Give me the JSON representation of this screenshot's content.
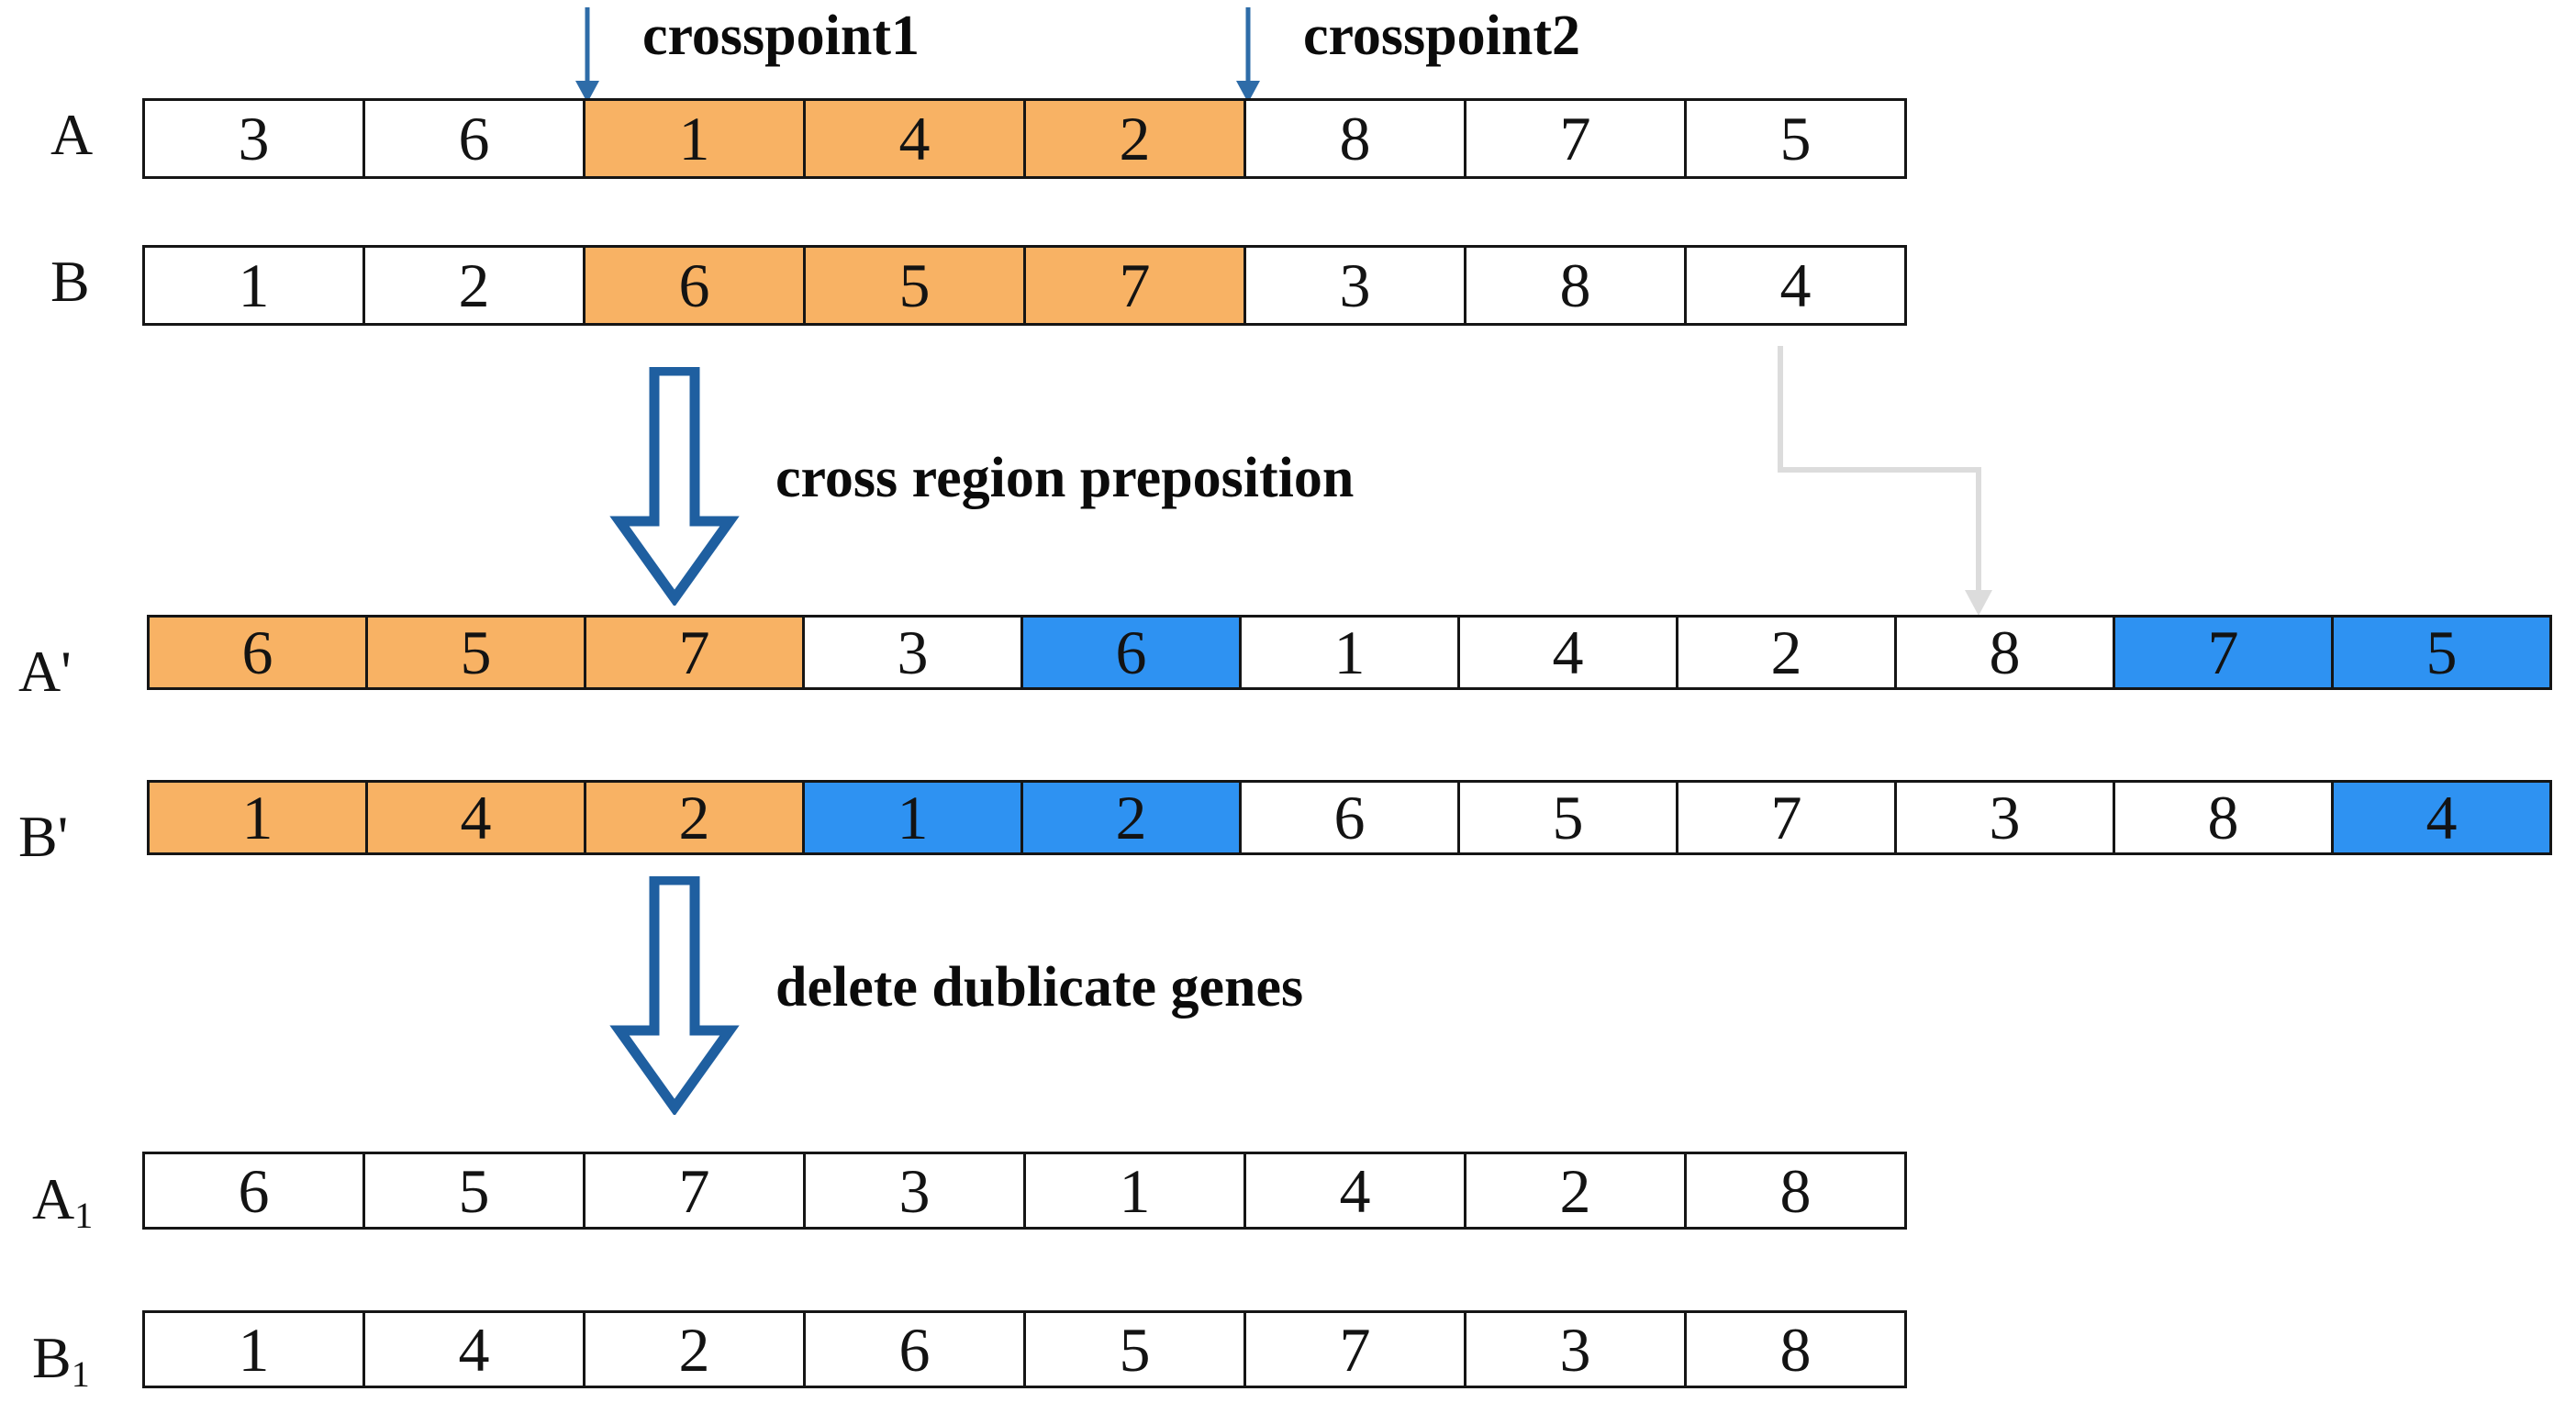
{
  "diagram": {
    "title": "two-point crossover with cross region preposition",
    "colors": {
      "orange": "#F8B264",
      "blue": "#2E92F2",
      "arrow_blue": "#1F5FA0",
      "crosspoint_arrow": "#2E6CA8",
      "connector_gray": "#DCDCDC",
      "cell_border": "#151515"
    },
    "annotations": {
      "crosspoint1": "crosspoint1",
      "crosspoint2": "crosspoint2",
      "step1": "cross region preposition",
      "step2": "delete dublicate genes"
    },
    "rows": [
      {
        "id": "A",
        "label": "A",
        "sublabel": "",
        "cells": [
          {
            "value": "3",
            "fill": "white"
          },
          {
            "value": "6",
            "fill": "white"
          },
          {
            "value": "1",
            "fill": "orange"
          },
          {
            "value": "4",
            "fill": "orange"
          },
          {
            "value": "2",
            "fill": "orange"
          },
          {
            "value": "8",
            "fill": "white"
          },
          {
            "value": "7",
            "fill": "white"
          },
          {
            "value": "5",
            "fill": "white"
          }
        ]
      },
      {
        "id": "B",
        "label": "B",
        "sublabel": "",
        "cells": [
          {
            "value": "1",
            "fill": "white"
          },
          {
            "value": "2",
            "fill": "white"
          },
          {
            "value": "6",
            "fill": "orange"
          },
          {
            "value": "5",
            "fill": "orange"
          },
          {
            "value": "7",
            "fill": "orange"
          },
          {
            "value": "3",
            "fill": "white"
          },
          {
            "value": "8",
            "fill": "white"
          },
          {
            "value": "4",
            "fill": "white"
          }
        ]
      },
      {
        "id": "Aprime",
        "label": "A'",
        "sublabel": "",
        "cells": [
          {
            "value": "6",
            "fill": "orange"
          },
          {
            "value": "5",
            "fill": "orange"
          },
          {
            "value": "7",
            "fill": "orange"
          },
          {
            "value": "3",
            "fill": "white"
          },
          {
            "value": "6",
            "fill": "blue"
          },
          {
            "value": "1",
            "fill": "white"
          },
          {
            "value": "4",
            "fill": "white"
          },
          {
            "value": "2",
            "fill": "white"
          },
          {
            "value": "8",
            "fill": "white"
          },
          {
            "value": "7",
            "fill": "blue"
          },
          {
            "value": "5",
            "fill": "blue"
          }
        ]
      },
      {
        "id": "Bprime",
        "label": "B'",
        "sublabel": "",
        "cells": [
          {
            "value": "1",
            "fill": "orange"
          },
          {
            "value": "4",
            "fill": "orange"
          },
          {
            "value": "2",
            "fill": "orange"
          },
          {
            "value": "1",
            "fill": "blue"
          },
          {
            "value": "2",
            "fill": "blue"
          },
          {
            "value": "6",
            "fill": "white"
          },
          {
            "value": "5",
            "fill": "white"
          },
          {
            "value": "7",
            "fill": "white"
          },
          {
            "value": "3",
            "fill": "white"
          },
          {
            "value": "8",
            "fill": "white"
          },
          {
            "value": "4",
            "fill": "blue"
          }
        ]
      },
      {
        "id": "A1",
        "label": "A",
        "sublabel": "1",
        "cells": [
          {
            "value": "6",
            "fill": "white"
          },
          {
            "value": "5",
            "fill": "white"
          },
          {
            "value": "7",
            "fill": "white"
          },
          {
            "value": "3",
            "fill": "white"
          },
          {
            "value": "1",
            "fill": "white"
          },
          {
            "value": "4",
            "fill": "white"
          },
          {
            "value": "2",
            "fill": "white"
          },
          {
            "value": "8",
            "fill": "white"
          }
        ]
      },
      {
        "id": "B1",
        "label": "B",
        "sublabel": "1",
        "cells": [
          {
            "value": "1",
            "fill": "white"
          },
          {
            "value": "4",
            "fill": "white"
          },
          {
            "value": "2",
            "fill": "white"
          },
          {
            "value": "6",
            "fill": "white"
          },
          {
            "value": "5",
            "fill": "white"
          },
          {
            "value": "7",
            "fill": "white"
          },
          {
            "value": "3",
            "fill": "white"
          },
          {
            "value": "8",
            "fill": "white"
          }
        ]
      }
    ]
  }
}
